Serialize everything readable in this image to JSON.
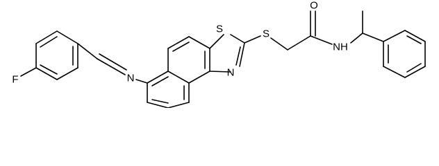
{
  "molecule": {
    "atom_labels": {
      "fluorine": "F",
      "imine_nitrogen": "N",
      "thiazole_sulfur": "S",
      "thiazole_nitrogen": "N",
      "thioether_sulfur": "S",
      "carbonyl_oxygen": "O",
      "amide_nitrogen": "NH"
    }
  }
}
